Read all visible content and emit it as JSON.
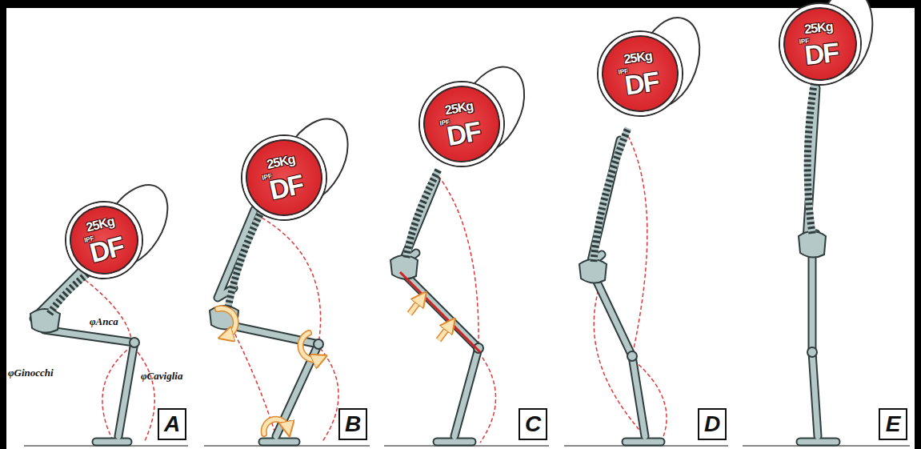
{
  "diagram": {
    "nodes": [
      {
        "text": [
          "25Kg",
          "IPF",
          "DF"
        ]
      },
      {
        "text": [
          "A"
        ]
      },
      {
        "text": [
          "25Kg",
          "IPF",
          "DF"
        ]
      },
      {
        "text": [
          "B"
        ]
      },
      {
        "text": [
          "25Kg",
          "IPF",
          "DF"
        ]
      },
      {
        "text": [
          "C"
        ]
      },
      {
        "text": [
          "25Kg",
          "IPF",
          "DF"
        ]
      },
      {
        "text": [
          "D"
        ]
      },
      {
        "text": [
          "25Kg",
          "IPF",
          "DF"
        ]
      },
      {
        "text": [
          "E"
        ]
      }
    ],
    "labels": [
      "φAnca",
      "φGinocchi",
      "φCaviglia"
    ]
  }
}
